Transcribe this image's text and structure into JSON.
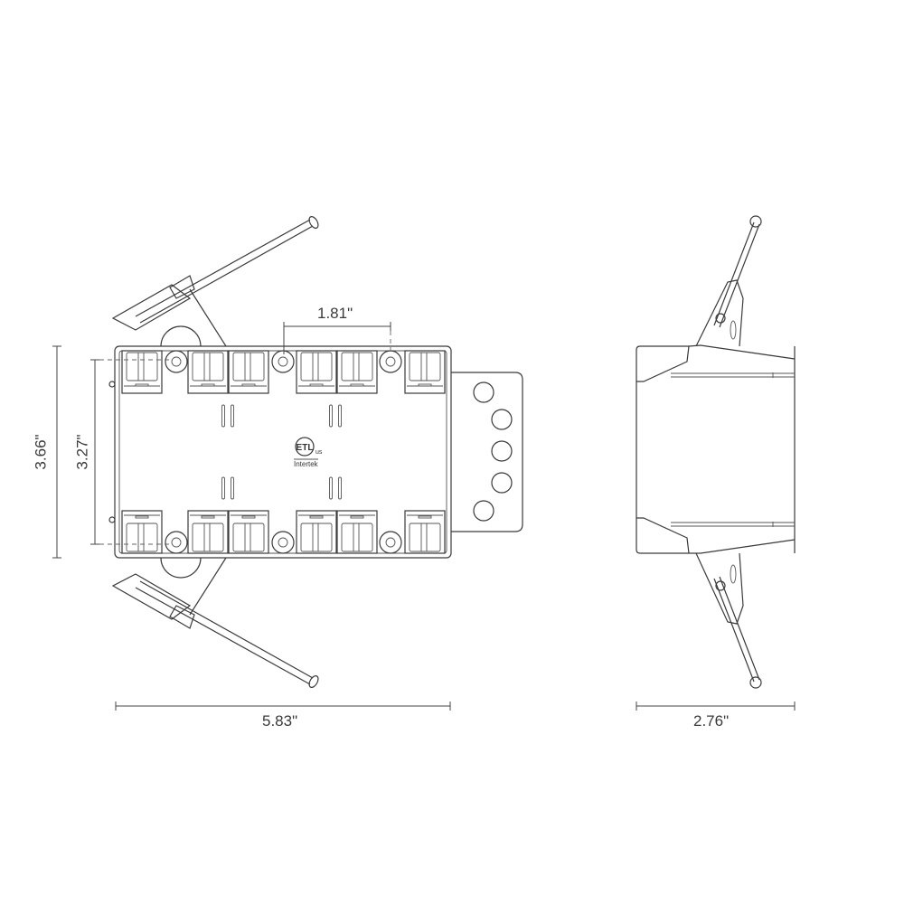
{
  "dimensions": {
    "hole_spacing": "1.81\"",
    "overall_height": "3.66\"",
    "inner_height": "3.27\"",
    "overall_width": "5.83\"",
    "side_depth": "2.76\""
  },
  "certification": {
    "mark": "ETL",
    "region": "us",
    "issuer": "Intertek"
  }
}
